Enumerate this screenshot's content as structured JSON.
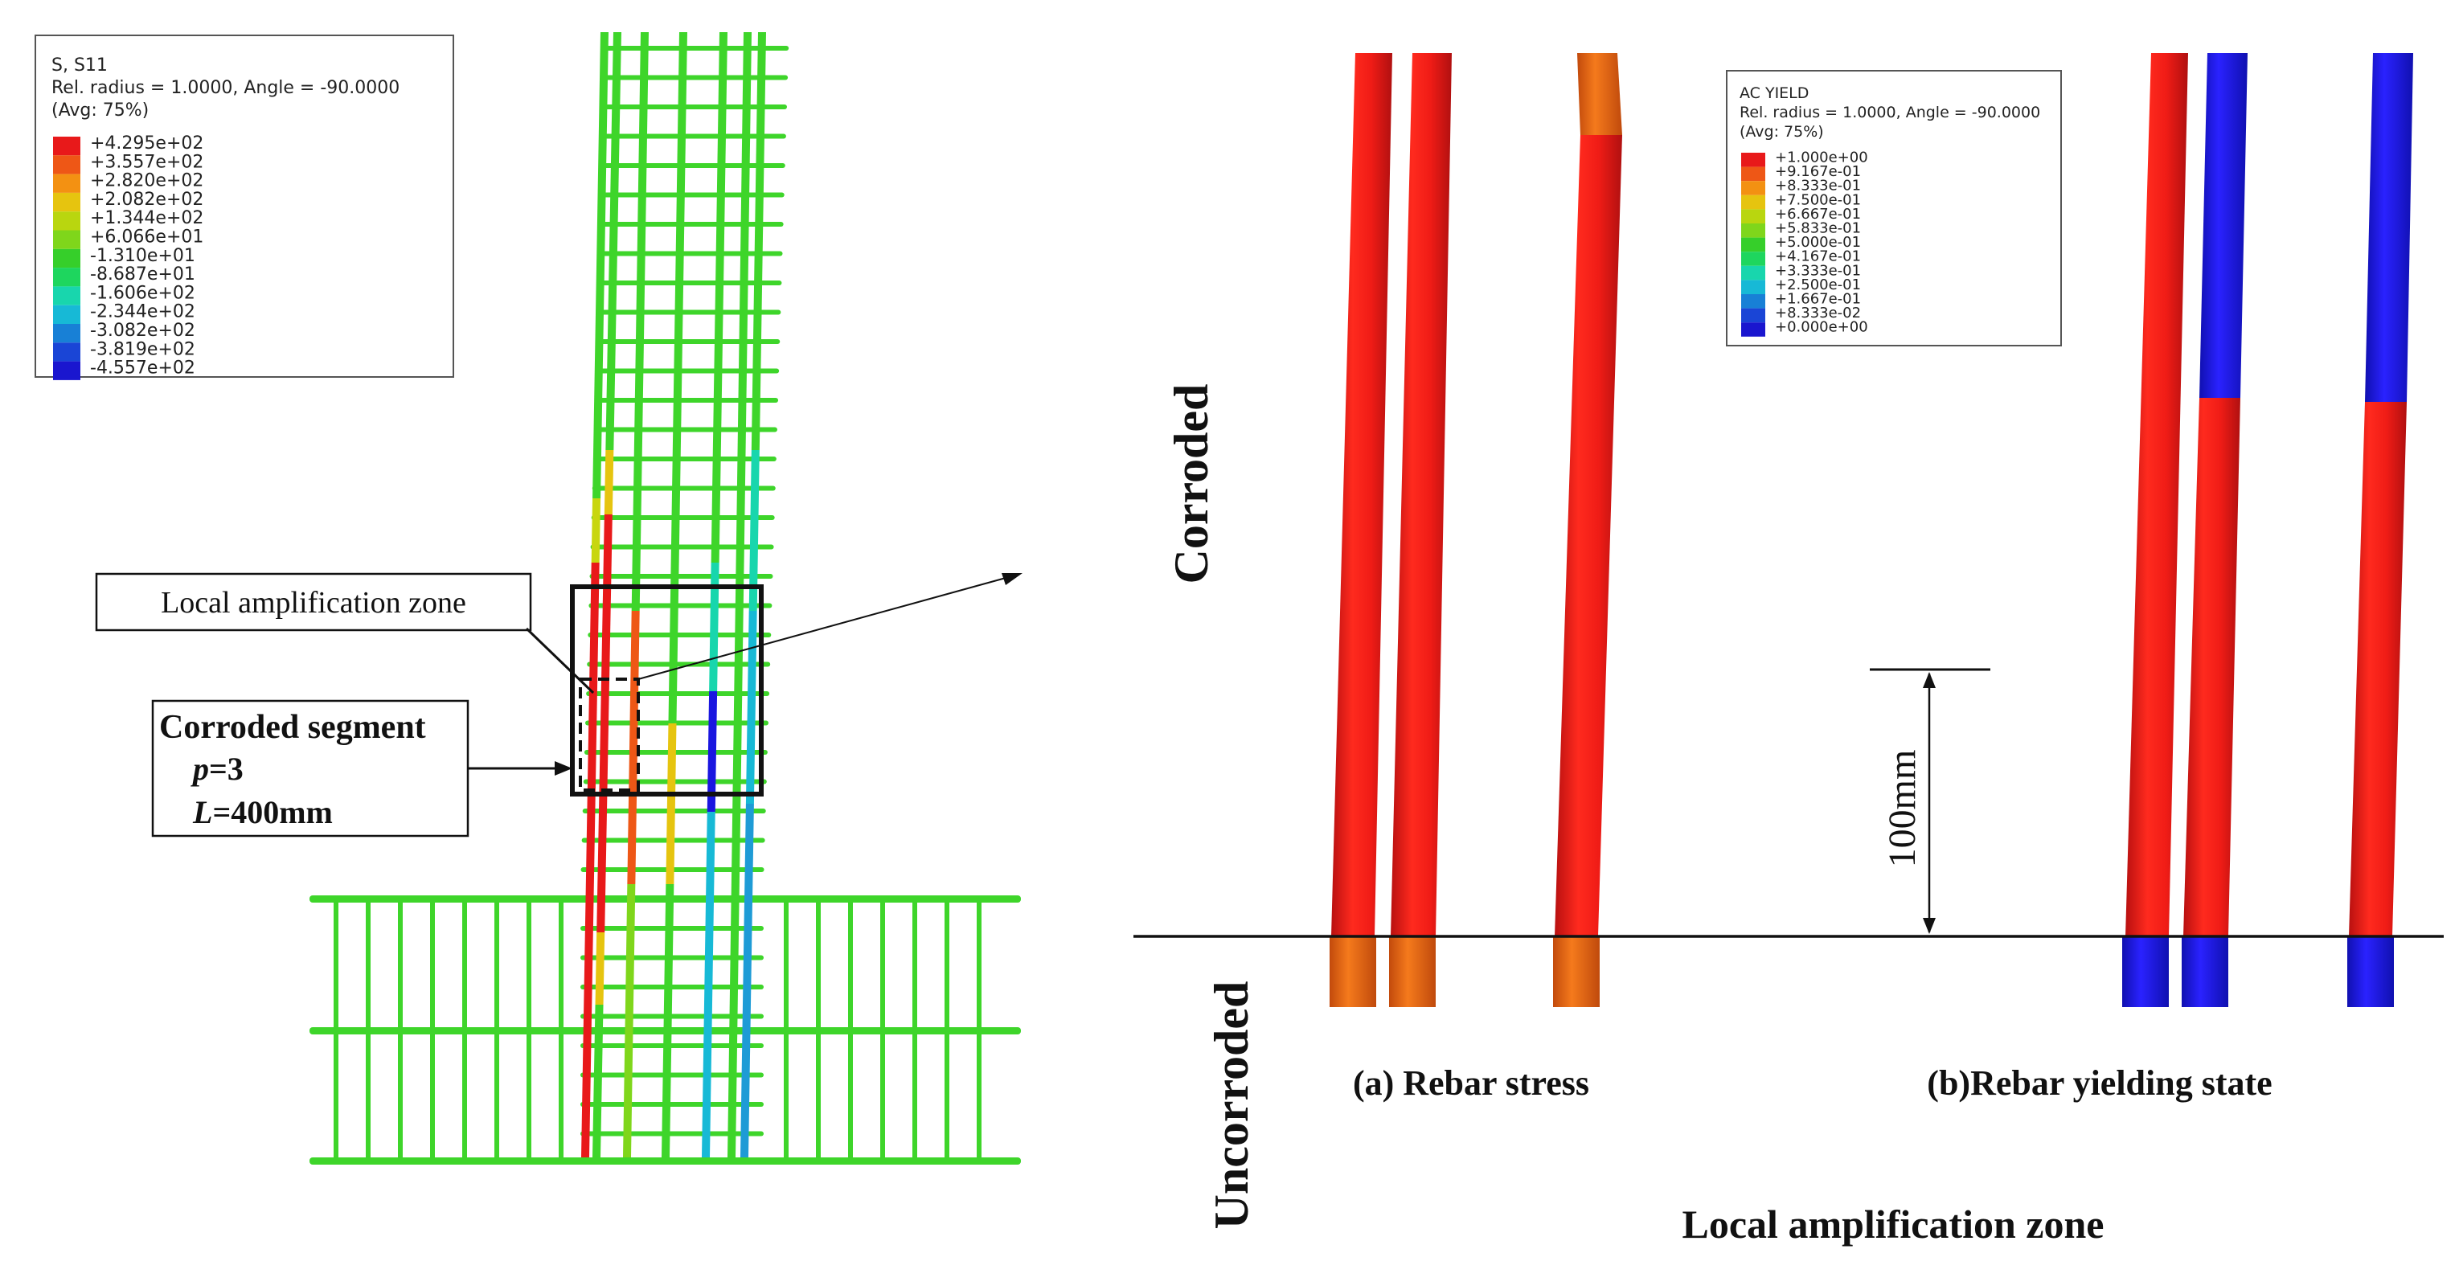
{
  "stress_legend": {
    "header": [
      "S, S11",
      "Rel. radius = 1.0000, Angle = -90.0000",
      "(Avg: 75%)"
    ],
    "entries": [
      {
        "label": "+4.295e+02",
        "color": "#e8191a"
      },
      {
        "label": "+3.557e+02",
        "color": "#ee5716"
      },
      {
        "label": "+2.820e+02",
        "color": "#f39112"
      },
      {
        "label": "+2.082e+02",
        "color": "#e6c40f"
      },
      {
        "label": "+1.344e+02",
        "color": "#b9d60f"
      },
      {
        "label": "+6.066e+01",
        "color": "#7fd61b"
      },
      {
        "label": "-1.310e+01",
        "color": "#36cf2a"
      },
      {
        "label": "-8.687e+01",
        "color": "#1ed65e"
      },
      {
        "label": "-1.606e+02",
        "color": "#18d6ad"
      },
      {
        "label": "-2.344e+02",
        "color": "#17b9d6"
      },
      {
        "label": "-3.082e+02",
        "color": "#1880d6"
      },
      {
        "label": "-3.819e+02",
        "color": "#1a45d6"
      },
      {
        "label": "-4.557e+02",
        "color": "#1a16cf"
      }
    ]
  },
  "yield_legend": {
    "header": [
      "AC YIELD",
      "Rel. radius = 1.0000, Angle = -90.0000",
      "(Avg: 75%)"
    ],
    "entries": [
      {
        "label": "+1.000e+00",
        "color": "#e8191a"
      },
      {
        "label": "+9.167e-01",
        "color": "#ee5716"
      },
      {
        "label": "+8.333e-01",
        "color": "#f39112"
      },
      {
        "label": "+7.500e-01",
        "color": "#e6c40f"
      },
      {
        "label": "+6.667e-01",
        "color": "#b9d60f"
      },
      {
        "label": "+5.833e-01",
        "color": "#7fd61b"
      },
      {
        "label": "+5.000e-01",
        "color": "#36cf2a"
      },
      {
        "label": "+4.167e-01",
        "color": "#1ed65e"
      },
      {
        "label": "+3.333e-01",
        "color": "#18d6ad"
      },
      {
        "label": "+2.500e-01",
        "color": "#17b9d6"
      },
      {
        "label": "+1.667e-01",
        "color": "#1880d6"
      },
      {
        "label": "+8.333e-02",
        "color": "#1a45d6"
      },
      {
        "label": "+0.000e+00",
        "color": "#1a16cf"
      }
    ]
  },
  "callouts": {
    "local_zone": "Local amplification zone",
    "corroded_segment_title": "Corroded segment",
    "p_var": "p",
    "p_value": "=3",
    "l_var": "L",
    "l_value": "=400mm"
  },
  "right_panel": {
    "corroded_label": "Corroded",
    "uncorroded_label": "Uncorroded",
    "dimension_label": "100mm",
    "caption_a": "(a) Rebar stress",
    "caption_b": "(b)Rebar yielding state",
    "bottom_title": "Local amplification zone"
  },
  "colors": {
    "rebar_red": "#e8191a",
    "rebar_orange": "#ef6414",
    "rebar_blue": "#1a16e0",
    "stirrup_green": "#3ed52a"
  }
}
